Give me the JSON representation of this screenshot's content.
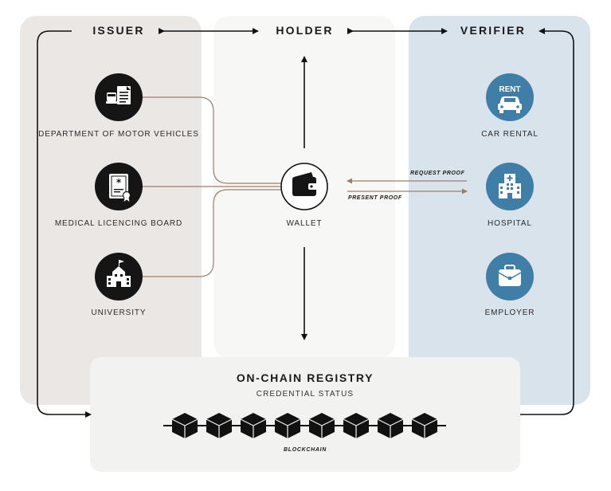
{
  "columns": {
    "issuer": "ISSUER",
    "holder": "HOLDER",
    "verifier": "VERIFIER"
  },
  "issuers": [
    {
      "label": "DEPARTMENT OF MOTOR VEHICLES",
      "icon": "vehicle-documents-icon"
    },
    {
      "label": "MEDICAL LICENCING BOARD",
      "icon": "medical-certificate-icon"
    },
    {
      "label": "UNIVERSITY",
      "icon": "university-building-icon"
    }
  ],
  "holder": {
    "label": "WALLET",
    "icon": "wallet-icon"
  },
  "verifiers": [
    {
      "label": "CAR RENTAL",
      "icon": "car-rental-icon",
      "badge": "RENT"
    },
    {
      "label": "HOSPITAL",
      "icon": "hospital-icon"
    },
    {
      "label": "EMPLOYER",
      "icon": "briefcase-icon"
    }
  ],
  "proofs": {
    "request": "REQUEST PROOF",
    "present": "PRESENT PROOF"
  },
  "registry": {
    "title": "ON-CHAIN REGISTRY",
    "subtitle": "CREDENTIAL STATUS",
    "chain_label": "BLOCKCHAIN",
    "block_count": 8
  },
  "colors": {
    "issuer_bg": "#ebe7e4",
    "holder_bg": "#f7f7f6",
    "verifier_bg": "#d8e3ec",
    "verifier_icon": "#3f7ea6",
    "issuer_icon": "#151515",
    "connector": "#9a7f6c"
  }
}
